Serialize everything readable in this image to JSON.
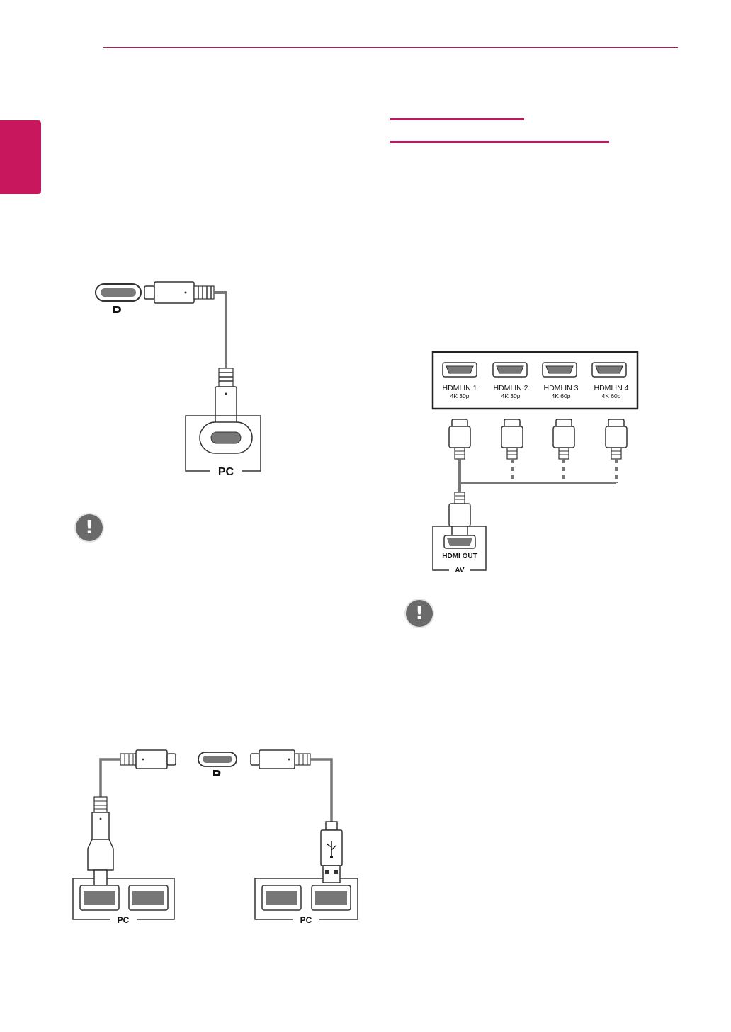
{
  "header": {
    "rule_color": "#c0175e"
  },
  "left_diagram": {
    "pc_label": "PC"
  },
  "right_diagram": {
    "ports": [
      {
        "label": "HDMI IN 1",
        "spec": "4K 30p"
      },
      {
        "label": "HDMI IN 2",
        "spec": "4K 30p"
      },
      {
        "label": "HDMI IN 3",
        "spec": "4K 60p"
      },
      {
        "label": "HDMI IN 4",
        "spec": "4K 60p"
      }
    ],
    "source_port": "HDMI OUT",
    "source_label": "AV"
  },
  "bottom_diagram": {
    "pc_left_label": "PC",
    "pc_right_label": "PC"
  },
  "icons": {
    "note": "exclamation-note-icon",
    "displayport": "displayport-logo-icon",
    "usb": "usb-symbol-icon"
  },
  "note_glyph": "!"
}
